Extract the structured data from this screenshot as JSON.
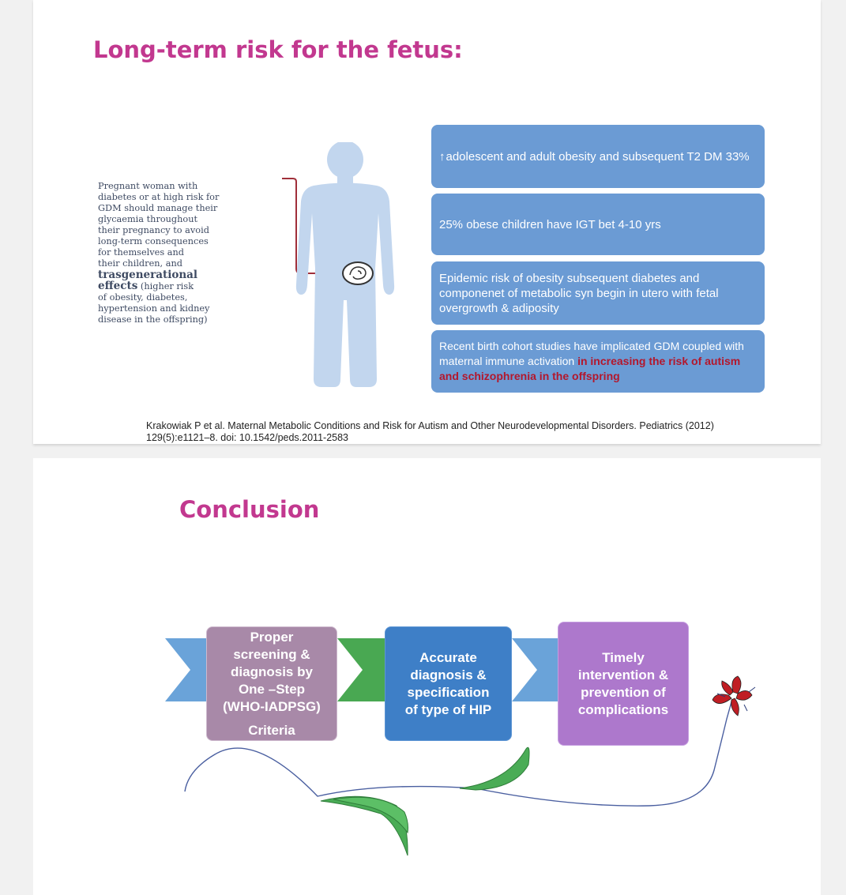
{
  "slide1": {
    "title": "Long-term risk for the fetus:",
    "side_text": {
      "line1": "Pregnant woman with",
      "line2": "diabetes or at high risk for",
      "line3": "GDM should manage their",
      "line4": "glycaemia throughout",
      "line5": "their pregnancy to avoid",
      "line6": "long-term consequences",
      "line7": "for themselves and",
      "line8": "their children, and",
      "bold1": "trasgenerational",
      "bold2": "effects",
      "line9": "(higher risk",
      "line10": "of obesity, diabetes,",
      "line11": "hypertension and kidney",
      "line12": "disease in the offspring)"
    },
    "boxes": [
      {
        "arrow": "↑",
        "text": "adolescent and adult obesity and subsequent T2 DM 33%"
      },
      {
        "text": "25% obese children have IGT bet 4-10 yrs"
      },
      {
        "text": "Epidemic risk of obesity subsequent diabetes and componenet of metabolic syn begin in utero with fetal overgrowth & adiposity"
      },
      {
        "text": "Recent birth cohort studies have implicated GDM coupled with maternal immune activation ",
        "highlight": "in increasing the risk of autism and schizophrenia in the offspring"
      }
    ],
    "reference": "Krakowiak P et al. Maternal Metabolic Conditions and Risk for Autism and Other Neurodevelopmental Disorders. Pediatrics (2012) 129(5):e1121–8. doi: 10.1542/peds.2011-2583",
    "colors": {
      "title": "#c2388f",
      "box": "#6b9bd4",
      "highlight": "#b3172c",
      "body_figure": "#c2d6ee",
      "connector": "#a02f3a"
    },
    "icons": [
      "body-silhouette-icon",
      "fetus-icon"
    ]
  },
  "slide2": {
    "title": "Conclusion",
    "steps": [
      {
        "lines": [
          "Proper",
          "screening &",
          "diagnosis  by",
          "One –Step",
          "(WHO-IADPSG)"
        ],
        "extra": "Criteria"
      },
      {
        "lines": [
          "Accurate",
          "diagnosis &",
          "specification",
          "of type of   HIP"
        ]
      },
      {
        "lines": [
          "Timely",
          "intervention &",
          "prevention of",
          "complications"
        ]
      }
    ],
    "colors": {
      "chevron1": "#6aa3d9",
      "chevron2": "#49a852",
      "chevron3": "#6aa3d9",
      "step1": "#a889a8",
      "step2": "#3e7fc7",
      "step3": "#ad78cc",
      "leaf": "#4aac56",
      "flower": "#c01e24",
      "stem": "#4a5fa0"
    },
    "icons": [
      "flower-icon",
      "leaf-icon",
      "vine-stem-icon"
    ]
  }
}
